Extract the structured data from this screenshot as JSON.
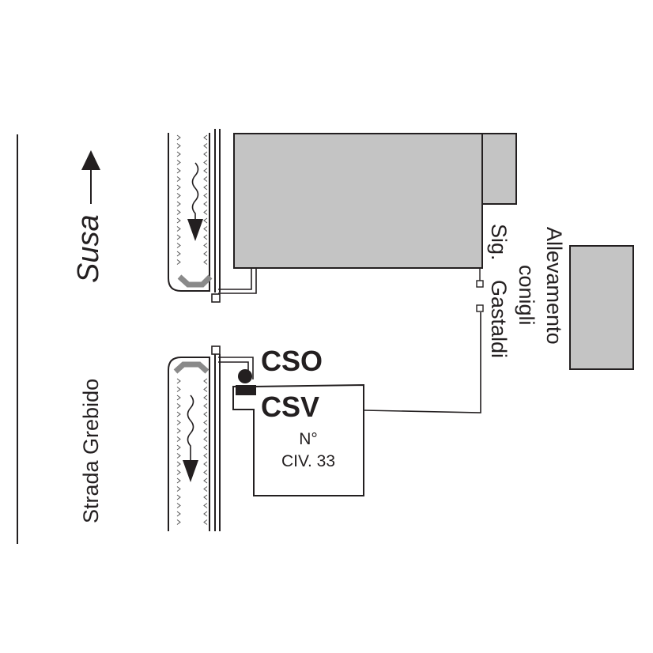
{
  "labels": {
    "road_name": "Strada Grebido",
    "direction": "Susa",
    "cso": "CSO",
    "csv": "CSV",
    "house_number_symbol": "N°",
    "house_number": "CIV. 33",
    "neighbour_line1": "Sig.",
    "neighbour_line2": "Gastaldi",
    "farm_line1": "Allevamento",
    "farm_line2": "conigli"
  },
  "colors": {
    "ink": "#231f20",
    "building_fill": "#c4c4c4",
    "culvert_fill": "#8a8a8a"
  },
  "icons": {
    "direction_arrow": "arrow-up-icon",
    "flow_arrows": "wavy-arrow-down-icon",
    "ditch_banks": "grass-tick-marks"
  }
}
